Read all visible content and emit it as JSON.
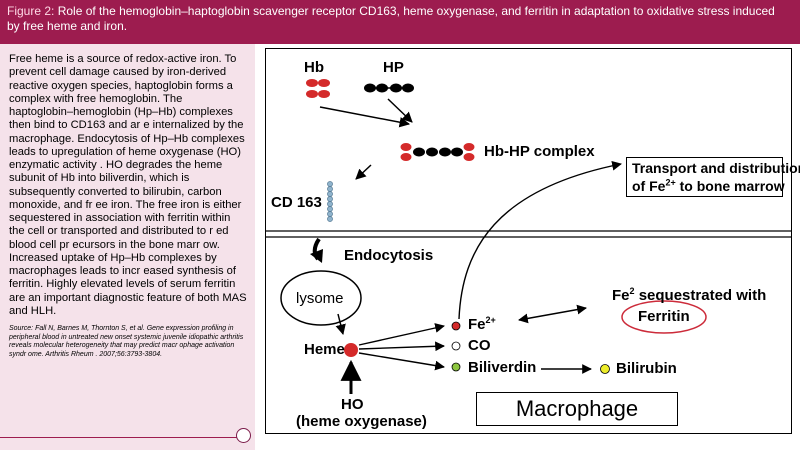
{
  "figure": {
    "label": "Figure 2:",
    "title": "Role of the hemoglobin–haptoglobin scavenger receptor CD163, heme oxygenase, and ferritin in adaptation to oxidative stress induced by free heme and iron."
  },
  "text": {
    "paragraph": "Free heme is a source of redox-active iron. To prevent cell damage caused by iron-derived reactive oxygen species, haptoglobin forms a complex with free hemoglobin. The haptoglobin–hemoglobin (Hp–Hb) complexes then bind to CD163 and ar e internalized by the macrophage. Endocytosis of Hp–Hb complexes leads to upregulation of heme oxygenase (HO) enzymatic activity . HO degrades the heme subunit of Hb into biliverdin, which is subsequently converted to bilirubin, carbon monoxide, and fr ee iron. The free iron is either sequestered in association with ferritin within the cell or transported and distributed to r ed blood cell pr ecursors in the bone marr ow. Increased uptake of Hp–Hb complexes by macrophages leads to incr eased synthesis of ferritin. Highly elevated levels of serum ferritin are an important diagnostic feature of both MAS and HLH.",
    "source": "Source: Fall N, Barnes M, Thornton S, et al. Gene expression profiling in peripheral blood in untreated new onset systemic juvenile idiopathic arthritis reveals molecular heterogeneity that may predict macr ophage activation syndr ome. Arthritis Rheum . 2007;56:3793-3804."
  },
  "diagram": {
    "hb": "Hb",
    "hp": "HP",
    "complex": "Hb-HP complex",
    "cd163": "CD 163",
    "transport_l1": "Transport and distribution",
    "transport_l2_pre": "of Fe",
    "transport_l2_sup": "2+",
    "transport_l2_post": " to bone marrow",
    "endocytosis": "Endocytosis",
    "lysome": "lysome",
    "heme": "Heme",
    "fe": "Fe",
    "fe_sup": "2+",
    "co": "CO",
    "biliverdin": "Biliverdin",
    "bilirubin": "Bilirubin",
    "seq_pre": "Fe",
    "seq_sup": "2",
    "seq_post": " sequestrated with",
    "ferritin": "Ferritin",
    "ho": "HO",
    "ho_name": "(heme oxygenase)",
    "macrophage": "Macrophage"
  },
  "colors": {
    "header": "#9d1c4f",
    "panel": "#f5e2ea",
    "hb_red": "#d42a2a",
    "receptor": "#8fb3cc",
    "co_green": "#8dc63f",
    "bilirubin_yellow": "#ecec2a",
    "ferritin_circle": "#cc2b3a"
  }
}
